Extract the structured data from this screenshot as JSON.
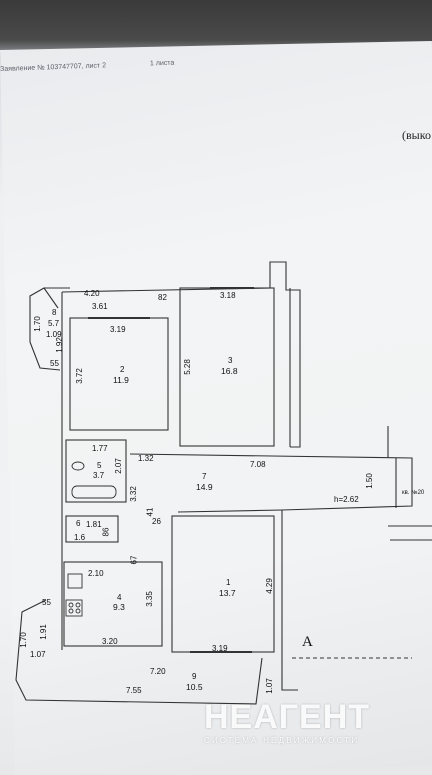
{
  "header": {
    "application_text": "Заявление № 103747707, лист 2",
    "sheet_fragment": "1 листа",
    "extract_label": "(выко"
  },
  "rooms": [
    {
      "id": "8",
      "area": "5.7"
    },
    {
      "id": "2",
      "area": "11.9"
    },
    {
      "id": "3",
      "area": "16.8"
    },
    {
      "id": "5",
      "area": "3.7"
    },
    {
      "id": "7",
      "area": "14.9"
    },
    {
      "id": "6",
      "area": "1.6"
    },
    {
      "id": "4",
      "area": "9.3"
    },
    {
      "id": "1",
      "area": "13.7"
    },
    {
      "id": "9",
      "area": "10.5"
    }
  ],
  "dimensions": {
    "d_4_20": "4.20",
    "d_3_61": "3.61",
    "d_82": "82",
    "d_3_19_top": "3.19",
    "d_3_18": "3.18",
    "d_1_70_top": "1.70",
    "d_1_09": "1.09",
    "d_1_92": "1.92",
    "d_55_top": "55",
    "d_3_72": "3.72",
    "d_5_28": "5.28",
    "d_1_77": "1.77",
    "d_2_07": "2.07",
    "d_1_32": "1.32",
    "d_7_08": "7.08",
    "d_1_50": "1.50",
    "d_3_32": "3.32",
    "d_41": "41",
    "d_h": "h=2.62",
    "d_1_81": "1.81",
    "d_86": "86",
    "d_26": "26",
    "d_67": "67",
    "d_2_10": "2.10",
    "d_3_35": "3.35",
    "d_4_29": "4.29",
    "d_55_bottom": "55",
    "d_1_70_bottom": "1.70",
    "d_1_91": "1.91",
    "d_1_07_left": "1.07",
    "d_3_20": "3.20",
    "d_3_19_bottom": "3.19",
    "d_7_20": "7.20",
    "d_7_55": "7.55",
    "d_1_07_right": "1.07"
  },
  "neighbor_label": "кв. №20",
  "section_marker": "A",
  "watermark": {
    "logo": "НЕАГЕНТ",
    "subtitle": "СИСТЕМА НЕДВИЖИМОСТИ"
  }
}
